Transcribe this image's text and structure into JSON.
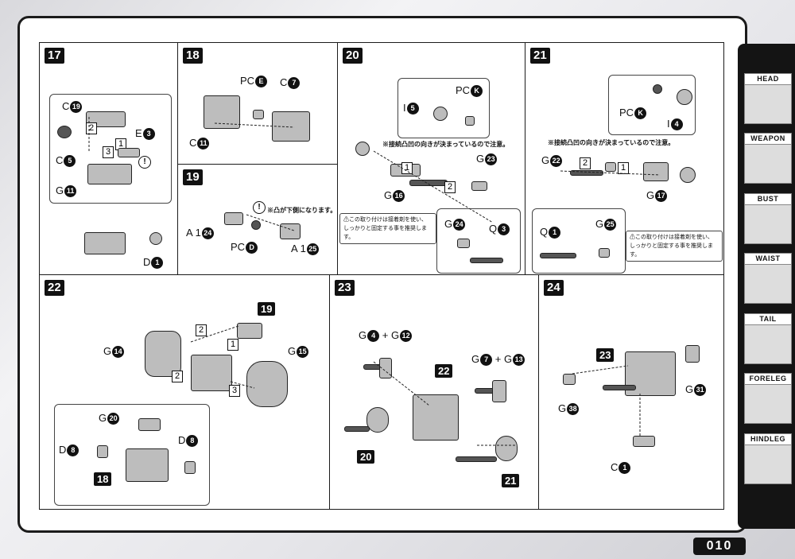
{
  "page_number": "010",
  "sidebar": [
    {
      "label": "HEAD",
      "icon": "head-thumbnail"
    },
    {
      "label": "WEAPON",
      "icon": "weapon-thumbnail"
    },
    {
      "label": "BUST",
      "icon": "bust-thumbnail"
    },
    {
      "label": "WAIST",
      "icon": "waist-thumbnail"
    },
    {
      "label": "TAIL",
      "icon": "tail-thumbnail"
    },
    {
      "label": "FORELEG",
      "icon": "foreleg-thumbnail"
    },
    {
      "label": "HINDLEG",
      "icon": "hindleg-thumbnail"
    }
  ],
  "steps": {
    "s17": {
      "num": "17",
      "parts": {
        "c19": "C",
        "c19n": "19",
        "c5": "C",
        "c5n": "5",
        "e3": "E",
        "e3n": "3",
        "g11": "G",
        "g11n": "11",
        "d1": "D",
        "d1n": "1"
      },
      "order": [
        "2",
        "1",
        "3"
      ],
      "warn": "!"
    },
    "s18": {
      "num": "18",
      "parts": {
        "pce": "PC",
        "pcen": "E",
        "c7": "C",
        "c7n": "7",
        "c11": "C",
        "c11n": "11"
      }
    },
    "s19": {
      "num": "19",
      "note": "※凸が下側になります。",
      "warn": "!",
      "parts": {
        "a124": "A 1",
        "a124n": "24",
        "pcd": "PC",
        "pcdn": "D",
        "a125": "A 1",
        "a125n": "25"
      }
    },
    "s20": {
      "num": "20",
      "note": "※接続凸凹の向きが決まっているので注意。",
      "caution": [
        "この取り付けは接着剤を使い、",
        "しっかりと固定する事を推奨します。"
      ],
      "parts": {
        "i5": "I",
        "i5n": "5",
        "pck": "PC",
        "pckn": "K",
        "g23": "G",
        "g23n": "23",
        "g16": "G",
        "g16n": "16",
        "g24": "G",
        "g24n": "24",
        "q3": "Q",
        "q3n": "3"
      },
      "order": [
        "1",
        "2"
      ]
    },
    "s21": {
      "num": "21",
      "note": "※接続凸凹の向きが決まっているので注意。",
      "caution": [
        "この取り付けは接着剤を使い、",
        "しっかりと固定する事を推奨します。"
      ],
      "parts": {
        "pck": "PC",
        "pckn": "K",
        "i4": "I",
        "i4n": "4",
        "g22": "G",
        "g22n": "22",
        "g17": "G",
        "g17n": "17",
        "q1": "Q",
        "q1n": "1",
        "g25": "G",
        "g25n": "25"
      },
      "order": [
        "2",
        "1"
      ]
    },
    "s22": {
      "num": "22",
      "ref": "19",
      "ref2": "18",
      "parts": {
        "g14": "G",
        "g14n": "14",
        "g15": "G",
        "g15n": "15",
        "g20": "G",
        "g20n": "20",
        "d8a": "D",
        "d8an": "8",
        "d8b": "D",
        "d8bn": "8"
      },
      "order": [
        "2",
        "1",
        "2",
        "3"
      ]
    },
    "s23": {
      "num": "23",
      "ref_center": "22",
      "ref_left": "20",
      "ref_right": "21",
      "parts": {
        "g4": "G",
        "g4n": "4",
        "g12n": "12",
        "g7": "G",
        "g7n": "7",
        "g13n": "13",
        "plus": "+"
      }
    },
    "s24": {
      "num": "24",
      "ref": "23",
      "parts": {
        "g31": "G",
        "g31n": "31",
        "g38": "G",
        "g38n": "38",
        "c1": "C",
        "c1n": "1"
      }
    }
  }
}
